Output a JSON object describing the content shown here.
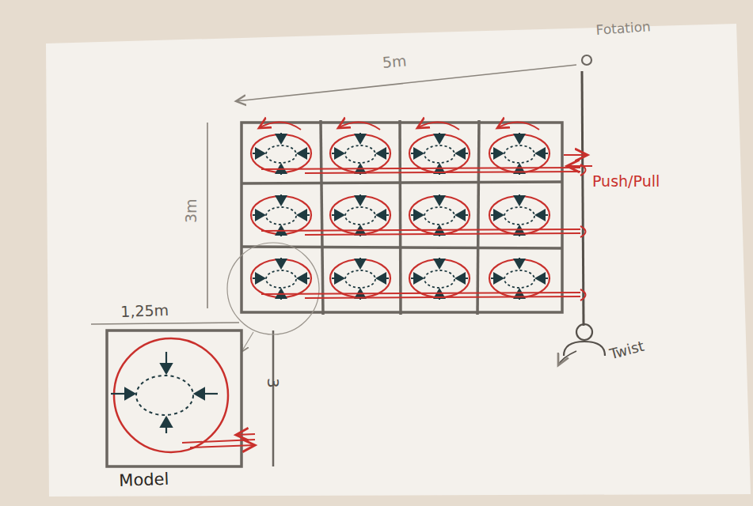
{
  "diagram": {
    "labels": [
      "Fotation",
      "5m",
      "3m",
      "Push/Pull",
      "1,25m",
      "3",
      "Model",
      "Twist"
    ]
  }
}
